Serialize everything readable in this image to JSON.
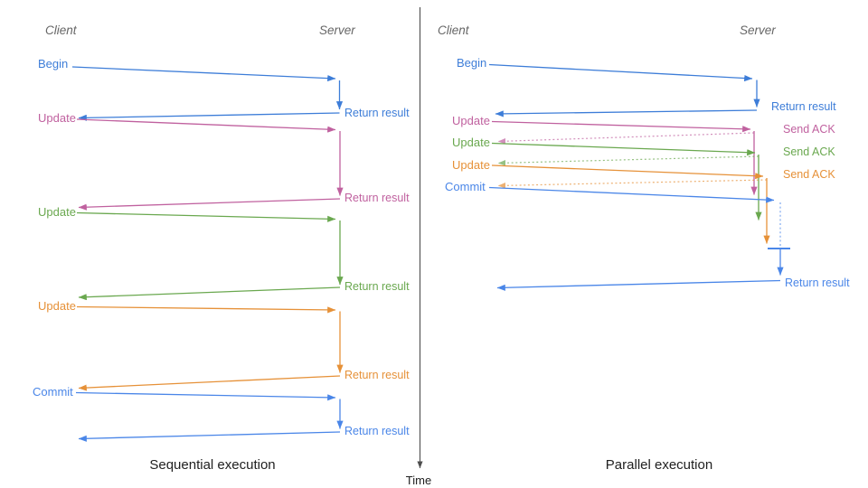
{
  "colors": {
    "blue_begin": "#3d7dd8",
    "blue_commit": "#4a86e8",
    "magenta": "#c0619f",
    "green": "#6aa84f",
    "orange": "#e69138",
    "header_gray": "#666666",
    "title_black": "#212121",
    "axis_gray": "#4d4d4d"
  },
  "time_axis": {
    "label": "Time"
  },
  "left": {
    "title": "Sequential execution",
    "client": "Client",
    "server": "Server",
    "messages": [
      {
        "label": "Begin",
        "response": "Return result"
      },
      {
        "label": "Update",
        "response": "Return result"
      },
      {
        "label": "Update",
        "response": "Return result"
      },
      {
        "label": "Update",
        "response": "Return result"
      },
      {
        "label": "Commit",
        "response": "Return result"
      }
    ]
  },
  "right": {
    "title": "Parallel execution",
    "client": "Client",
    "server": "Server",
    "messages": [
      {
        "label": "Begin",
        "response": "Return result"
      },
      {
        "label": "Update",
        "response": "Send ACK"
      },
      {
        "label": "Update",
        "response": "Send ACK"
      },
      {
        "label": "Update",
        "response": "Send ACK"
      },
      {
        "label": "Commit",
        "response": "Return result"
      }
    ]
  }
}
